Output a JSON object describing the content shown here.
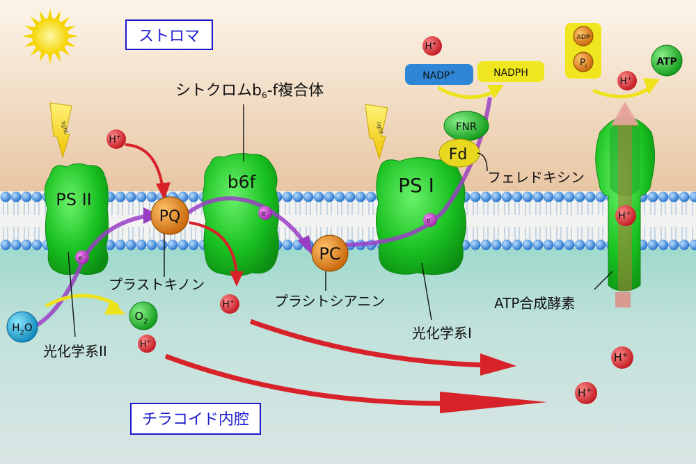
{
  "regions": {
    "stroma": "ストロマ",
    "lumen": "チラコイド内腔"
  },
  "complexes": {
    "psii": "PS II",
    "b6f": "b6f",
    "psi": "PS I",
    "pq": "PQ",
    "pc": "PC",
    "fnr": "FNR",
    "fd": "Fd"
  },
  "labels": {
    "cytochrome_main": "シトクロムb",
    "cytochrome_sub": "6",
    "cytochrome_rest": "-f複合体",
    "ferredoxin": "フェレドキシン",
    "plastoquinone": "プラストキノン",
    "plastocyanin": "プラシトシアニン",
    "ps2": "光化学系II",
    "ps1": "光化学系I",
    "atp_synthase": "ATP合成酵素",
    "light": "light"
  },
  "molecules": {
    "nadp": "NADP",
    "nadp_sup": "+",
    "nadph": "NADPH",
    "adp": "ADP",
    "pi": "P",
    "pi_sub": "i",
    "atp": "ATP",
    "h": "H",
    "h_sup": "+",
    "h2o_h": "H",
    "h2o_2": "2",
    "h2o_o": "O",
    "o2_o": "O",
    "o2_2": "2",
    "electron": "e",
    "electron_sup": "-"
  },
  "colors": {
    "stroma_top": "#fdf6ea",
    "stroma_bottom": "#e9c9a6",
    "lumen": "#a6dcd2",
    "lumen_bottom": "#d6e7e4",
    "protein_green": "#17c41f",
    "lipid_head": "#3f8fe0",
    "h_red": "#d8222a",
    "pq_orange": "#e07b12",
    "purple_path": "#9a3fc4",
    "yellow_arrow": "#f2e91d",
    "label_blue": "#1a1acc"
  }
}
